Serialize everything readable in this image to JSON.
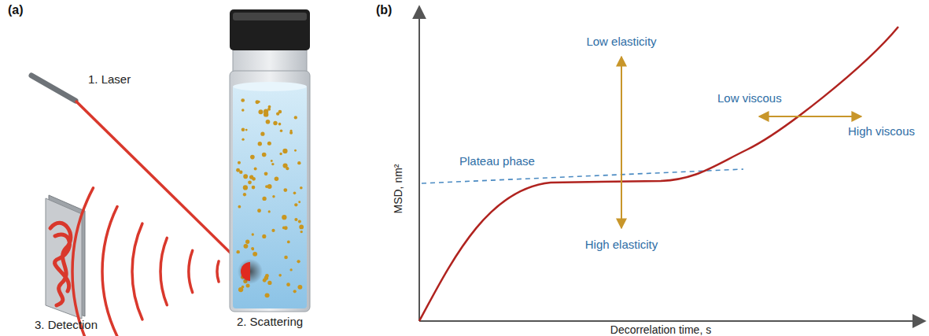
{
  "diagram": {
    "labels": [
      "(a)",
      "1. Laser",
      "2. Scattering",
      "3. Detection",
      "(b)",
      "Plateau phase",
      "Low elasticity",
      "High elasticity",
      "Low viscous",
      "High viscous",
      "MSD, nm²",
      "Decorrelation time, s"
    ]
  }
}
